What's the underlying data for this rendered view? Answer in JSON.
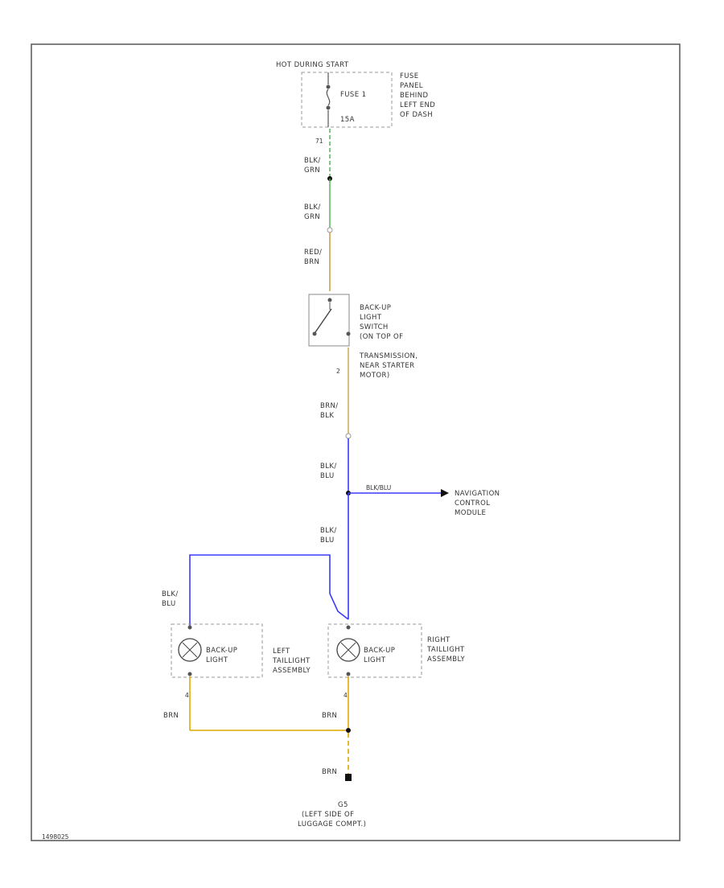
{
  "colors": {
    "frame": "#555555",
    "dashed_box": "#9a9a9a",
    "wire_blk_grn": "#4caf50",
    "wire_red_brn": "#c8a24a",
    "wire_brn_blk": "#c8a24a",
    "wire_blk_blu": "#3a3aff",
    "wire_brn": "#e0a800",
    "node": "#111111"
  },
  "power": {
    "source": "HOT DURING START",
    "fuse_name": "FUSE 1",
    "fuse_rating": "15A",
    "panel_label": [
      "FUSE",
      "PANEL",
      "BEHIND",
      "LEFT END",
      "OF DASH"
    ],
    "pin": "71"
  },
  "wires": {
    "w1": [
      "BLK/",
      "GRN"
    ],
    "w2": [
      "BLK/",
      "GRN"
    ],
    "w3": [
      "RED/",
      "BRN"
    ],
    "w4": [
      "BRN/",
      "BLK"
    ],
    "w5": [
      "BLK/",
      "BLU"
    ],
    "w6": [
      "BLK/",
      "BLU"
    ],
    "w7": [
      "BLK/",
      "BLU"
    ],
    "branch": "BLK/BLU",
    "gnd_left": "BRN",
    "gnd_right": "BRN",
    "gnd_main": "BRN"
  },
  "switch": {
    "label": [
      "BACK-UP",
      "LIGHT",
      "SWITCH",
      "(ON TOP OF",
      "TRANSMISSION,",
      "NEAR STARTER",
      "MOTOR)"
    ],
    "pin": "2"
  },
  "module": {
    "label": [
      "NAVIGATION",
      "CONTROL",
      "MODULE"
    ]
  },
  "left_light": {
    "lamp": [
      "BACK-UP",
      "LIGHT"
    ],
    "assembly": [
      "LEFT",
      "TAILLIGHT",
      "ASSEMBLY"
    ],
    "pin": "4"
  },
  "right_light": {
    "lamp": [
      "BACK-UP",
      "LIGHT"
    ],
    "assembly": [
      "RIGHT",
      "TAILLIGHT",
      "ASSEMBLY"
    ],
    "pin": "4"
  },
  "ground": {
    "id": "G5",
    "label": [
      "(LEFT SIDE OF",
      "LUGGAGE COMPT.)"
    ]
  },
  "footer_code": "1498025"
}
